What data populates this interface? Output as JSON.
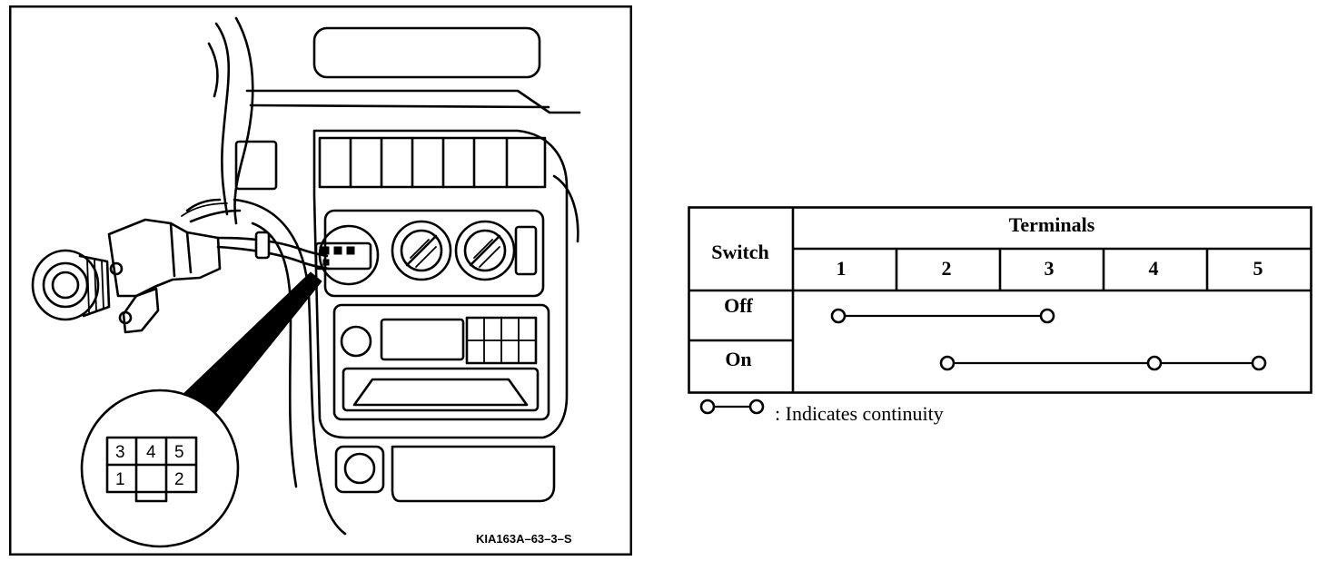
{
  "illustration": {
    "connector_pins": [
      "3",
      "4",
      "5",
      "1",
      "2"
    ],
    "figure_code": "KIA163A–63–3–S"
  },
  "continuity_table": {
    "header_switch": "Switch",
    "header_terminals": "Terminals",
    "terminals": [
      "1",
      "2",
      "3",
      "4",
      "5"
    ],
    "rows": [
      {
        "label": "Off",
        "connected_terminals": [
          "1",
          "3"
        ]
      },
      {
        "label": "On",
        "connected_terminals": [
          "2",
          "4",
          "5"
        ]
      }
    ],
    "legend": ": Indicates continuity"
  }
}
